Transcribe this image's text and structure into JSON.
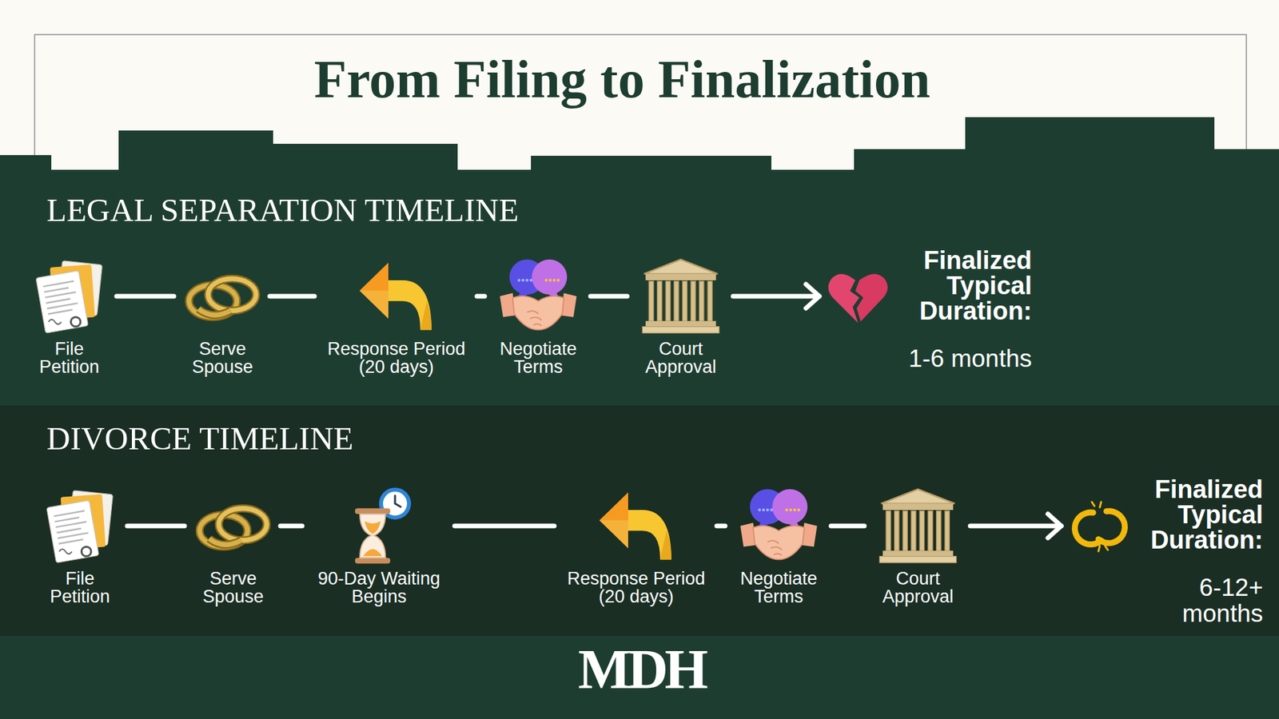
{
  "diagram": {
    "title": "From Filing to Finalization",
    "nodes": [
      {
        "text": [
          "LEGAL SEPARATION TIMELINE"
        ]
      },
      {
        "text": [
          "File Petition"
        ],
        "in": 0
      },
      {
        "text": [
          "Serve Spouse"
        ],
        "in": 0
      },
      {
        "text": [
          "Response Period (20 days)"
        ],
        "in": 0
      },
      {
        "text": [
          "Negotiate Terms"
        ],
        "in": 0
      },
      {
        "text": [
          "Court Approval"
        ],
        "in": 0
      },
      {
        "text": [
          "Finalized Typical Duration:",
          "1-6 months"
        ],
        "in": 0
      },
      {
        "text": [
          "DIVORCE TIMELINE"
        ]
      },
      {
        "text": [
          "File Petition"
        ],
        "in": 7
      },
      {
        "text": [
          "Serve Spouse"
        ],
        "in": 7
      },
      {
        "text": [
          "90-Day Waiting Begins"
        ],
        "in": 7
      },
      {
        "text": [
          "Response Period (20 days)"
        ],
        "in": 7
      },
      {
        "text": [
          "Negotiate Terms"
        ],
        "in": 7
      },
      {
        "text": [
          "Court Approval"
        ],
        "in": 7
      },
      {
        "text": [
          "Finalized Typical Duration:",
          "6-12+ months"
        ],
        "in": 7
      }
    ],
    "edges": [
      {
        "from": 1,
        "to": 2,
        "arrow": "none"
      },
      {
        "from": 2,
        "to": 3,
        "arrow": "none"
      },
      {
        "from": 3,
        "to": 4,
        "arrow": "none"
      },
      {
        "from": 4,
        "to": 5,
        "arrow": "none"
      },
      {
        "from": 5,
        "to": 6,
        "arrow": "to"
      },
      {
        "from": 8,
        "to": 9,
        "arrow": "none"
      },
      {
        "from": 9,
        "to": 10,
        "arrow": "none"
      },
      {
        "from": 10,
        "to": 11,
        "arrow": "none"
      },
      {
        "from": 11,
        "to": 12,
        "arrow": "none"
      },
      {
        "from": 12,
        "to": 13,
        "arrow": "none"
      },
      {
        "from": 13,
        "to": 14,
        "arrow": "to"
      }
    ],
    "labels": [
      "MDH"
    ]
  }
}
